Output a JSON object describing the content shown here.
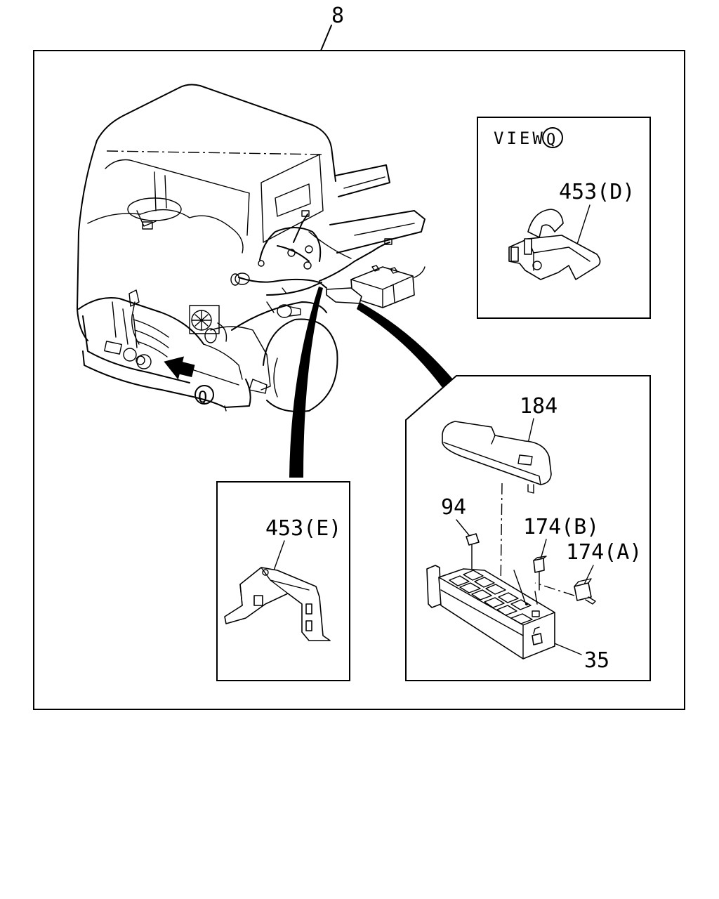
{
  "diagram": {
    "assembly_number": "8",
    "view_label": "VIEW",
    "view_marker": "Q",
    "callouts": {
      "c453d": "453(D)",
      "c453e": "453(E)",
      "c184": "184",
      "c94": "94",
      "c174b": "174(B)",
      "c174a": "174(A)",
      "c35": "35"
    }
  }
}
